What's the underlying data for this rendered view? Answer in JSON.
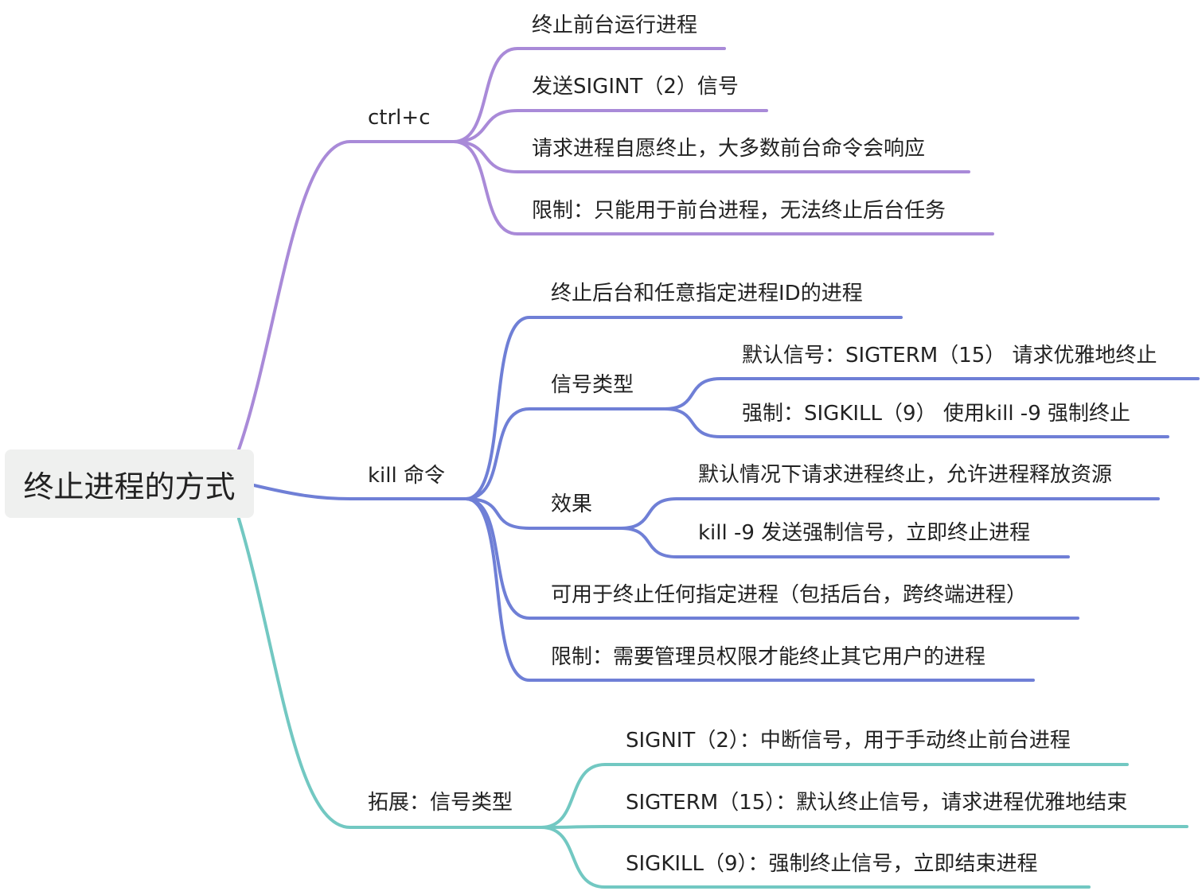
{
  "root": {
    "label": "终止进程的方式"
  },
  "colors": {
    "purple": "#a98ad8",
    "blue": "#6f7fd6",
    "teal": "#72c8c2"
  },
  "branches": {
    "ctrlc": {
      "label": "ctrl+c",
      "items": [
        "终止前台运行进程",
        "发送SIGINT（2）信号",
        "请求进程自愿终止，大多数前台命令会响应",
        "限制：只能用于前台进程，无法终止后台任务"
      ]
    },
    "kill": {
      "label": "kill 命令",
      "item0": "终止后台和任意指定进程ID的进程",
      "signal_types": {
        "label": "信号类型",
        "items": [
          "默认信号：SIGTERM（15） 请求优雅地终止",
          "强制：SIGKILL（9） 使用kill -9 强制终止"
        ]
      },
      "effect": {
        "label": "效果",
        "items": [
          "默认情况下请求进程终止，允许进程释放资源",
          "kill -9 发送强制信号，立即终止进程"
        ]
      },
      "item3": "可用于终止任何指定进程（包括后台，跨终端进程）",
      "item4": "限制：需要管理员权限才能终止其它用户的进程"
    },
    "ext": {
      "label": "拓展：信号类型",
      "items": [
        "SIGNIT（2）：中断信号，用于手动终止前台进程",
        "SIGTERM（15）：默认终止信号，请求进程优雅地结束",
        "SIGKILL（9）：强制终止信号，立即结束进程"
      ]
    }
  }
}
